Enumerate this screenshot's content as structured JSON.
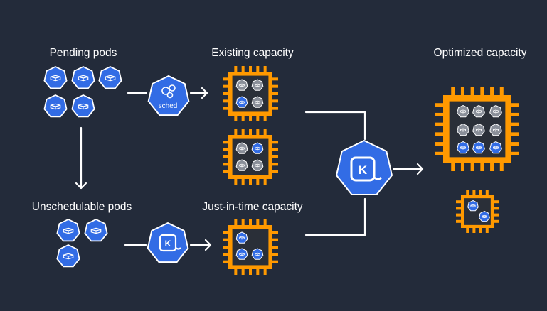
{
  "labels": {
    "pending": "Pending pods",
    "existing": "Existing capacity",
    "optimized": "Optimized capacity",
    "unschedulable": "Unschedulable pods",
    "jit": "Just-in-time capacity"
  },
  "scheduler": {
    "text": "sched",
    "icon": "kubernetes-scheduler-icon"
  },
  "provisioner": {
    "text": "K",
    "icon": "karpenter-icon"
  },
  "colors": {
    "background": "#232b3a",
    "pod_blue": "#326ce5",
    "chip_orange": "#ff9900",
    "chip_core": "#2a2f38",
    "pod_gray": "#8a8f99",
    "line": "#ffffff"
  }
}
